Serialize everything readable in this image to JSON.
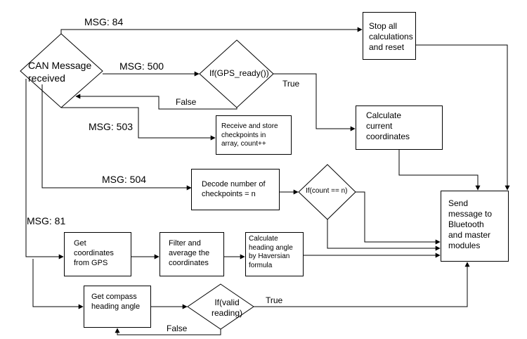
{
  "nodes": {
    "can_received": "CAN Message\nreceived",
    "gps_ready": "If(GPS_ready())",
    "stop_reset": "Stop all\ncalculations\nand reset",
    "calc_coords": "Calculate\ncurrent\ncoordinates",
    "store_checkpoints": "Receive and store\ncheckpoints in\narray, count++",
    "decode_n": "Decode number of\ncheckpoints = n",
    "count_eq_n": "If(count == n)",
    "send_message": "Send\nmessage to\nBluetooth\nand master\nmodules",
    "get_gps": "Get\ncoordinates\nfrom GPS",
    "filter_avg": "Filter and\naverage the\ncoordinates",
    "heading_calc": "Calculate\nheading angle\nby Haversian\nformula",
    "compass": "Get compass\nheading angle",
    "valid_reading": "If(valid\nreading)"
  },
  "edge_labels": {
    "msg84": "MSG: 84",
    "msg500": "MSG: 500",
    "msg503": "MSG: 503",
    "msg504": "MSG: 504",
    "msg81": "MSG: 81",
    "gps_true": "True",
    "gps_false": "False",
    "valid_true": "True",
    "valid_false": "False"
  }
}
